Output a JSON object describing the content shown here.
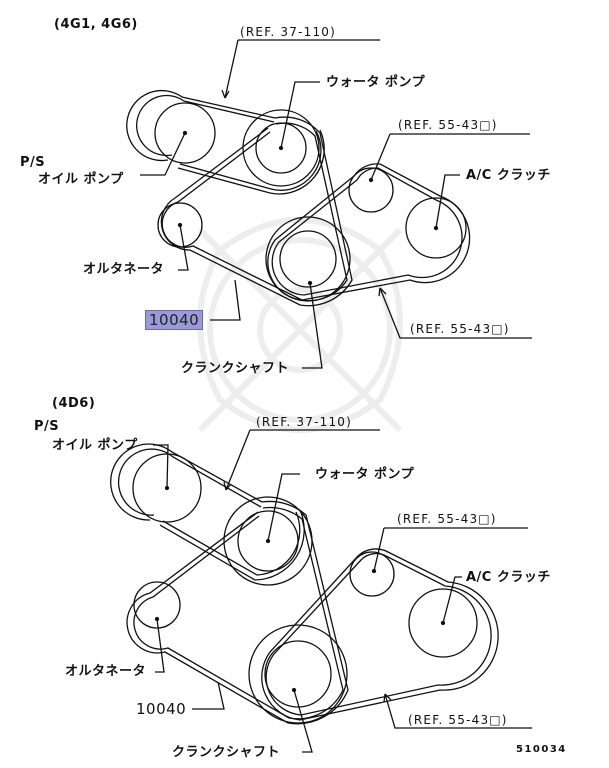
{
  "diagrams": [
    {
      "engine_label": "(4G1, 4G6)",
      "ref_top": "(REF. 37-110)",
      "water_pump": "ウォータ  ポンプ",
      "ref_idler": "(REF. 55-43□)",
      "ps_line1": "P/S",
      "ps_line2": "オイル  ポンプ",
      "ac_clutch": "A/C  クラッチ",
      "alternator": "オルタネータ",
      "part_number": "10040",
      "part_highlighted": true,
      "ref_bottom": "(REF. 55-43□)",
      "crankshaft": "クランクシャフト"
    },
    {
      "engine_label": "(4D6)",
      "ref_top": "(REF. 37-110)",
      "water_pump": "ウォータ  ポンプ",
      "ref_idler": "(REF. 55-43□)",
      "ps_line1": "P/S",
      "ps_line2": "オイル  ポンプ",
      "ac_clutch": "A/C  クラッチ",
      "alternator": "オルタネータ",
      "part_number": "10040",
      "part_highlighted": false,
      "ref_bottom": "(REF. 55-43□)",
      "crankshaft": "クランクシャフト"
    }
  ],
  "figure_code": "510034",
  "colors": {
    "highlight": "#9a9ad8",
    "line": "#111111",
    "watermark": "#e8e8e8"
  }
}
